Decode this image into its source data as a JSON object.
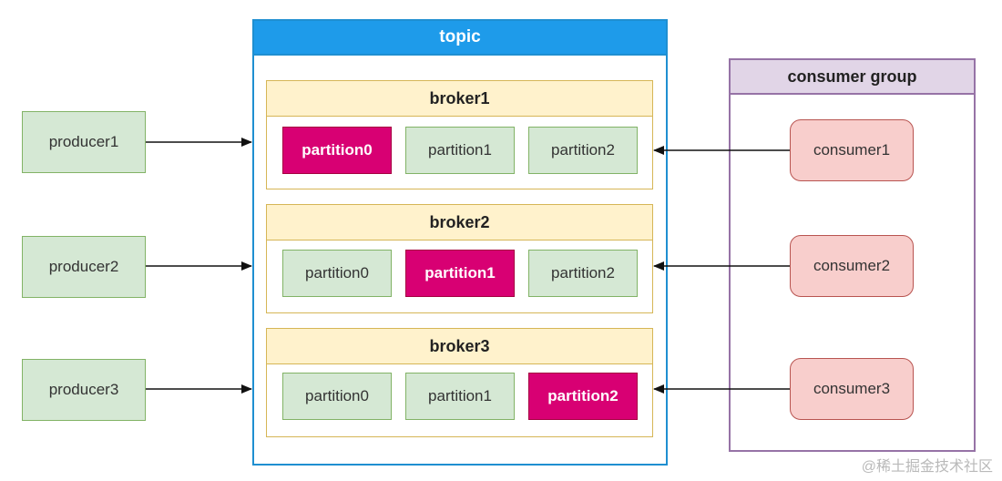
{
  "topic": {
    "title": "topic"
  },
  "brokers": [
    {
      "name": "broker1",
      "partitions": [
        "partition0",
        "partition1",
        "partition2"
      ],
      "active": 0
    },
    {
      "name": "broker2",
      "partitions": [
        "partition0",
        "partition1",
        "partition2"
      ],
      "active": 1
    },
    {
      "name": "broker3",
      "partitions": [
        "partition0",
        "partition1",
        "partition2"
      ],
      "active": 2
    }
  ],
  "producers": [
    "producer1",
    "producer2",
    "producer3"
  ],
  "consumer_group": {
    "title": "consumer group",
    "consumers": [
      "consumer1",
      "consumer2",
      "consumer3"
    ]
  },
  "watermark": "@稀土掘金技术社区",
  "colors": {
    "topic_header": "#1e9bea",
    "broker_header": "#fff2cc",
    "partition": "#d5e8d4",
    "partition_active": "#d80073",
    "consumer_group_header": "#e1d5e7",
    "consumer": "#f8cecc"
  }
}
